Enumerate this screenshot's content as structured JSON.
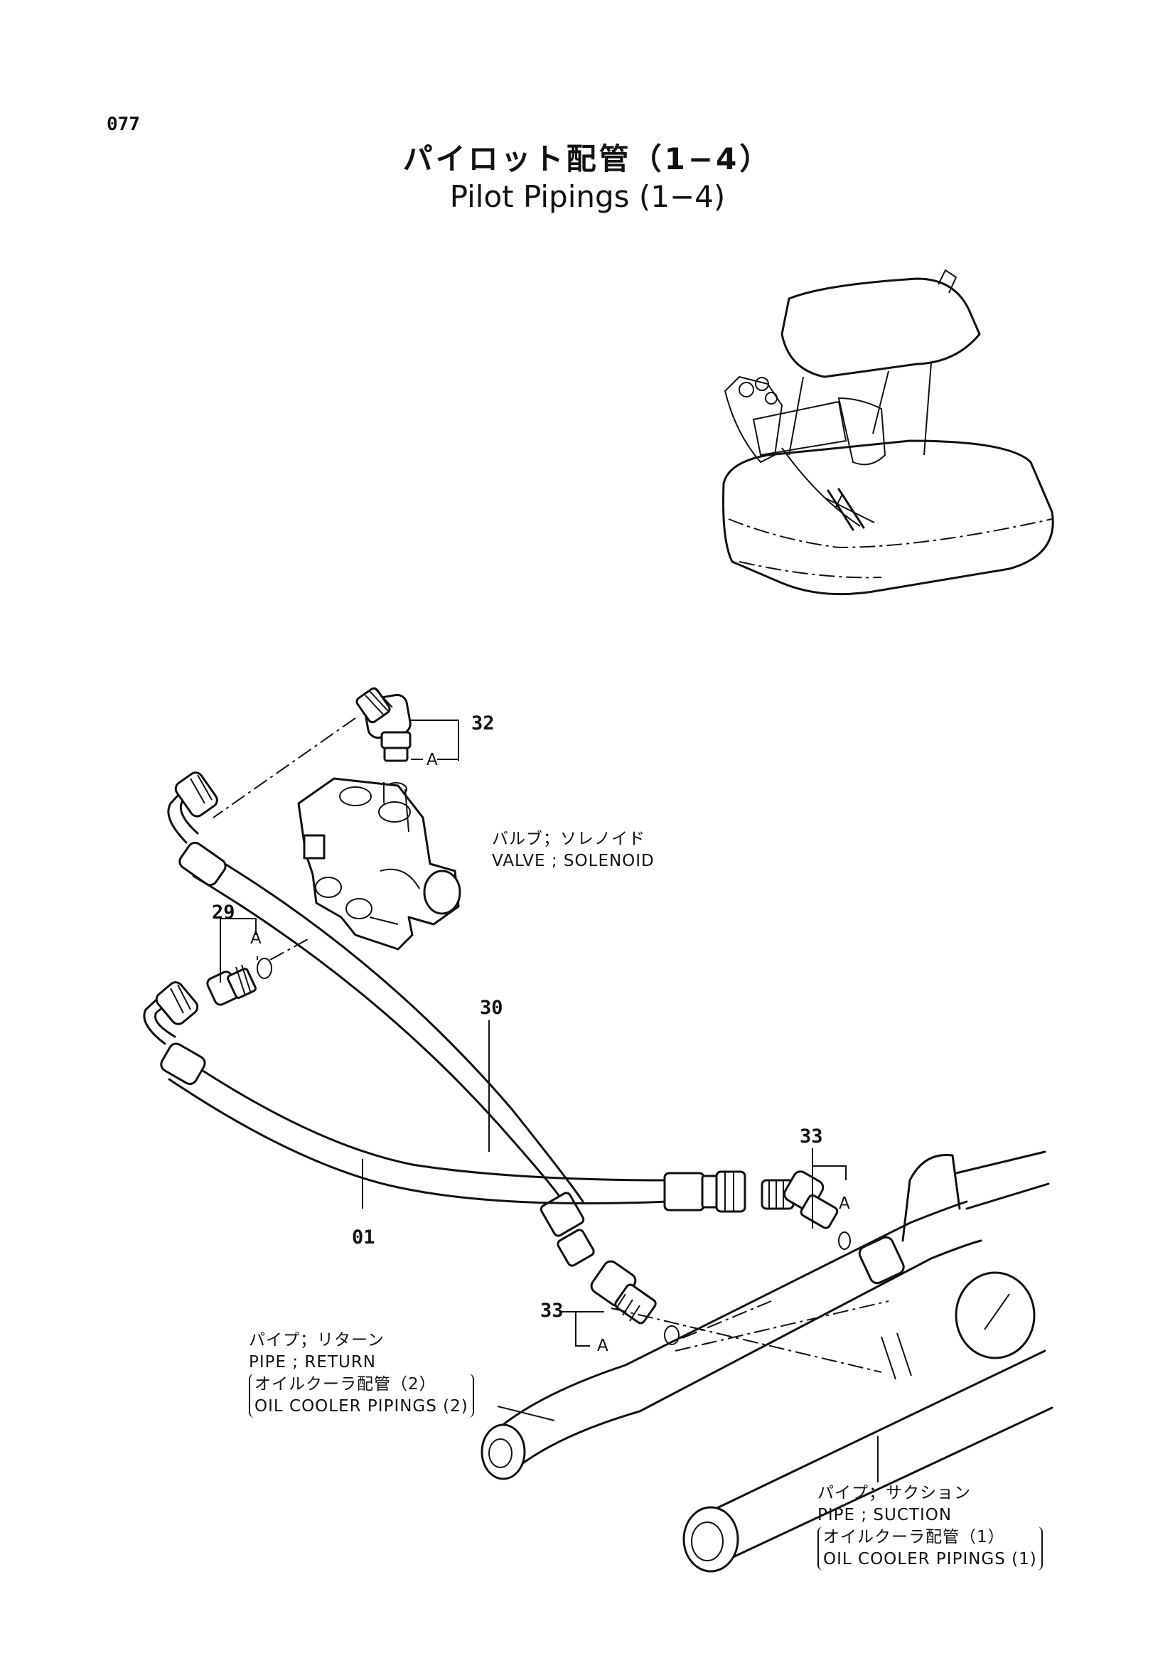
{
  "header": {
    "page_number": "077",
    "title_ja": "パイロット配管（1−4）",
    "title_en": "Pilot Pipings (1−4)"
  },
  "callouts": {
    "p32": "32",
    "p29": "29",
    "p30": "30",
    "p01": "01",
    "p33_right": "33",
    "p33_left": "33",
    "a_label": "A"
  },
  "labels": {
    "valve": {
      "ja": "バルブ；ソレノイド",
      "en": "VALVE ; SOLENOID"
    },
    "return_pipe": {
      "ja": "パイプ；リターン",
      "en": "PIPE ; RETURN",
      "ref_ja": "オイルクーラ配管（2）",
      "ref_en": "OIL COOLER PIPINGS (2)"
    },
    "suction_pipe": {
      "ja": "パイプ；サクション",
      "en": "PIPE ; SUCTION",
      "ref_ja": "オイルクーラ配管（1）",
      "ref_en": "OIL COOLER PIPINGS (1)"
    }
  }
}
